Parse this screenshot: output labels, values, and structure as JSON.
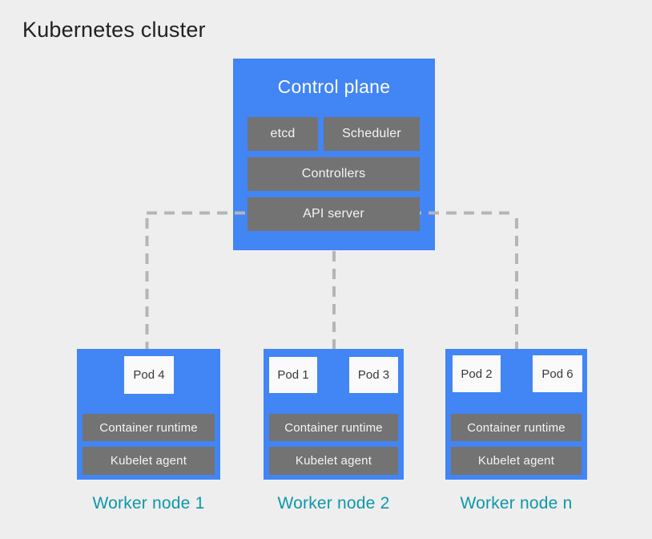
{
  "title": "Kubernetes cluster",
  "control_plane": {
    "title": "Control plane",
    "components": [
      "etcd",
      "Scheduler",
      "Controllers",
      "API server"
    ]
  },
  "worker_nodes": [
    {
      "label": "Worker node 1",
      "pods": [
        "Pod 4"
      ],
      "layers": [
        "Container runtime",
        "Kubelet agent"
      ]
    },
    {
      "label": "Worker node 2",
      "pods": [
        "Pod 1",
        "Pod 3"
      ],
      "layers": [
        "Container runtime",
        "Kubelet agent"
      ]
    },
    {
      "label": "Worker node n",
      "pods": [
        "Pod 2",
        "Pod 6"
      ],
      "layers": [
        "Container runtime",
        "Kubelet agent"
      ]
    }
  ],
  "edges": [
    {
      "from": "API server",
      "to": "Worker node 1",
      "style": "dashed"
    },
    {
      "from": "API server",
      "to": "Worker node 2",
      "style": "dashed"
    },
    {
      "from": "API server",
      "to": "Worker node n",
      "style": "dashed"
    }
  ],
  "colors": {
    "node_blue": "#4285f4",
    "component_gray": "#737373",
    "pod_background": "#fafafa",
    "worker_label_teal": "#0e97a8",
    "connector_gray": "#b5b5b5",
    "page_background": "#eeeeee",
    "title_text": "#202124"
  }
}
